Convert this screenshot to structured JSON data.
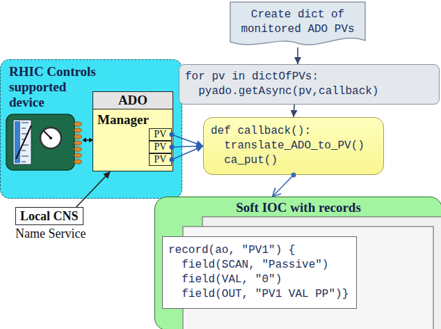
{
  "diagram": {
    "nodes": [
      {
        "text": [
          "RHIC Controls supported device"
        ]
      },
      {
        "text": [
          "ADO",
          "Manager"
        ],
        "in": 0
      },
      {
        "text": [
          "PV"
        ],
        "in": 1
      },
      {
        "text": [
          "PV"
        ],
        "in": 1
      },
      {
        "text": [
          "PV"
        ],
        "in": 1
      },
      {
        "text": [
          "Local CNS",
          "Name Service"
        ]
      },
      {
        "text": [
          "Create dict of monitored ADO PVs"
        ]
      },
      {
        "text": [
          "for pv in dictOfPVs: pyado.getAsync(pv,callback)"
        ]
      },
      {
        "text": [
          "def callback(): translate_ADO_to_PV() ca_put()"
        ]
      },
      {
        "text": [
          "Soft IOC with records"
        ]
      },
      {
        "text": [
          "record(ao, \"PV1\") { field(SCAN, \"Passive\") field(VAL, \"0\") field(OUT, \"PV1 VAL PP\")}"
        ],
        "in": 9
      }
    ],
    "edges": [
      {
        "from": 6,
        "to": 7,
        "arrow": "to"
      },
      {
        "from": 7,
        "to": 8,
        "arrow": "to"
      },
      {
        "from": 2,
        "to": 8,
        "arrow": "to"
      },
      {
        "from": 3,
        "to": 8,
        "arrow": "to"
      },
      {
        "from": 4,
        "to": 8,
        "arrow": "to"
      },
      {
        "from": 8,
        "to": 9,
        "arrow": "to"
      },
      {
        "from": 5,
        "to": 1,
        "arrow": "to"
      }
    ]
  }
}
